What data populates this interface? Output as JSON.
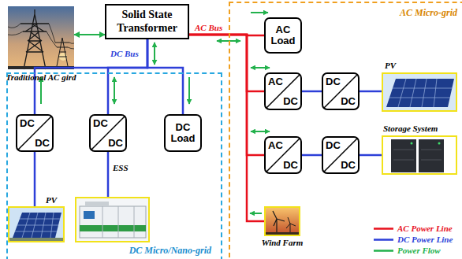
{
  "diagram": {
    "nodes": [
      {
        "text": [
          "Traditional AC gird"
        ]
      },
      {
        "text": [
          "Solid State Transformer"
        ]
      },
      {
        "text": [
          "DC Micro/Nano-grid"
        ]
      },
      {
        "text": [
          "DC",
          "DC"
        ],
        "in": 2
      },
      {
        "text": [
          "DC",
          "DC"
        ],
        "in": 2
      },
      {
        "text": [
          "DC Load"
        ],
        "in": 2
      },
      {
        "text": [
          "PV"
        ],
        "in": 2
      },
      {
        "text": [
          "ESS"
        ],
        "in": 2
      },
      {
        "text": [
          "AC Micro-grid"
        ]
      },
      {
        "text": [
          "AC Load"
        ],
        "in": 8
      },
      {
        "text": [
          "AC",
          "DC"
        ],
        "in": 8
      },
      {
        "text": [
          "DC",
          "DC"
        ],
        "in": 8
      },
      {
        "text": [
          "PV"
        ],
        "in": 8
      },
      {
        "text": [
          "AC",
          "DC"
        ],
        "in": 8
      },
      {
        "text": [
          "DC",
          "DC"
        ],
        "in": 8
      },
      {
        "text": [
          "Storage System"
        ],
        "in": 8
      },
      {
        "text": [
          "Wind Farm"
        ],
        "in": 8
      }
    ],
    "edges": [
      {
        "from": 0,
        "to": 1,
        "arrow": "both"
      },
      {
        "from": 1,
        "to": 3,
        "arrow": "none"
      },
      {
        "from": 1,
        "to": 4,
        "arrow": "none"
      },
      {
        "from": 1,
        "to": 5,
        "arrow": "none"
      },
      {
        "from": 3,
        "to": 6,
        "arrow": "none"
      },
      {
        "from": 4,
        "to": 7,
        "arrow": "none"
      },
      {
        "from": 1,
        "to": 9,
        "arrow": "none"
      },
      {
        "from": 1,
        "to": 10,
        "arrow": "none"
      },
      {
        "from": 1,
        "to": 13,
        "arrow": "none"
      },
      {
        "from": 1,
        "to": 16,
        "arrow": "none"
      },
      {
        "from": 10,
        "to": 11,
        "arrow": "none"
      },
      {
        "from": 11,
        "to": 12,
        "arrow": "none"
      },
      {
        "from": 13,
        "to": 14,
        "arrow": "none"
      },
      {
        "from": 14,
        "to": 15,
        "arrow": "none"
      }
    ],
    "labels": [
      "AC Bus",
      "DC Bus"
    ],
    "legend": [
      {
        "text": "AC Power Line"
      },
      {
        "text": "DC Power Line"
      },
      {
        "text": "Power Flow"
      }
    ]
  }
}
